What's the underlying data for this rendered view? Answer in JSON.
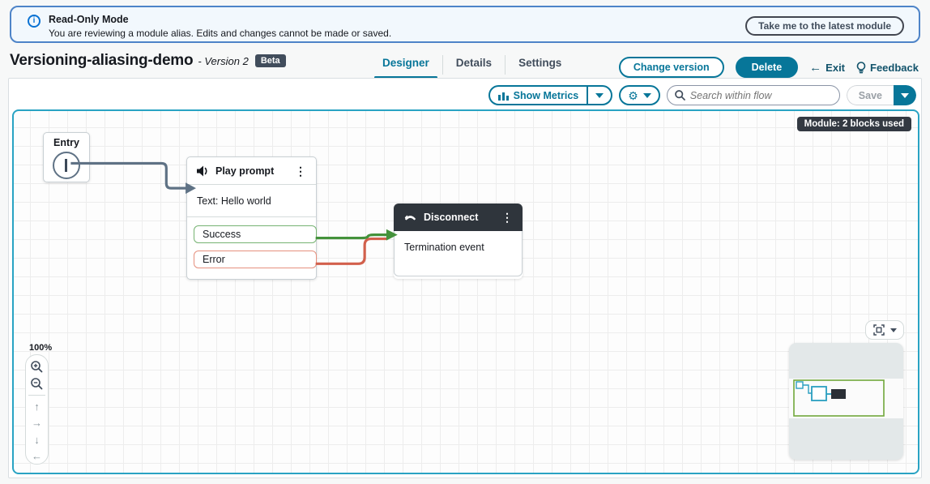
{
  "banner": {
    "title": "Read-Only Mode",
    "message": "You are reviewing a module alias. Edits and changes cannot be made or saved.",
    "action_label": "Take me to the latest module"
  },
  "header": {
    "title": "Versioning-aliasing-demo",
    "version_label": "- Version 2",
    "beta_badge": "Beta",
    "tabs": [
      {
        "label": "Designer",
        "active": true
      },
      {
        "label": "Details",
        "active": false
      },
      {
        "label": "Settings",
        "active": false
      }
    ],
    "actions": {
      "change_version": "Change version",
      "delete": "Delete",
      "exit": "Exit",
      "feedback": "Feedback"
    }
  },
  "toolbar": {
    "show_metrics": "Show Metrics",
    "search_placeholder": "Search within flow",
    "save": "Save"
  },
  "canvas": {
    "module_badge": "Module: 2 blocks used",
    "zoom_level": "100%"
  },
  "blocks": {
    "entry": {
      "title": "Entry"
    },
    "play_prompt": {
      "title": "Play prompt",
      "body": "Text: Hello world",
      "ports": [
        {
          "label": "Success"
        },
        {
          "label": "Error"
        }
      ]
    },
    "disconnect": {
      "title": "Disconnect",
      "body": "Termination event"
    }
  },
  "colors": {
    "accent_teal": "#077699",
    "canvas_border": "#29a3c3",
    "success_green": "#44923b",
    "error_red": "#d2604c",
    "connector_gray": "#5f7285",
    "info_blue": "#0972d3",
    "dark_header": "#2f353c"
  }
}
